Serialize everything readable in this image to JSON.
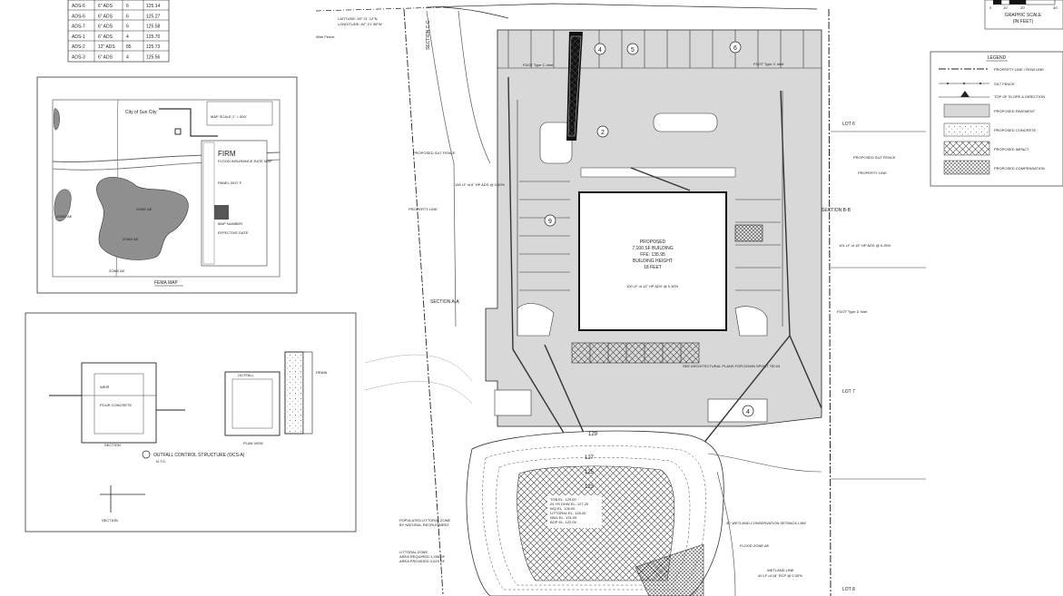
{
  "pipe_table": {
    "rows": [
      [
        "ADS-6",
        "6\" ADS",
        "6",
        "125.14"
      ],
      [
        "ADS-6",
        "6\" ADS",
        "6",
        "125.27"
      ],
      [
        "ADS-7",
        "6\" ADS",
        "6",
        "125.58"
      ],
      [
        "ADS-1",
        "6\" ADS",
        "4",
        "125.70"
      ],
      [
        "ADS-2",
        "12\" ADS",
        "85",
        "125.73"
      ],
      [
        "ADS-3",
        "6\" ADS",
        "4",
        "125.56"
      ]
    ]
  },
  "fema_map": {
    "caption": "FEMA MAP",
    "firm_title": "FIRM",
    "firm_subtitle": "FLOOD INSURANCE RATE MAP",
    "panel_label": "PANEL 0037 F",
    "map_number_label": "MAP NUMBER",
    "effective_date_label": "EFFECTIVE DATE",
    "city_label": "City of Sun City",
    "zone_labels": [
      "ZONE AE",
      "ZONE AE",
      "ZONE AE",
      "ZONE AE"
    ],
    "map_scale": "MAP SCALE 1\" = 500'"
  },
  "outfall_detail": {
    "title": "OUTFALL CONTROL STRUCTURE (OCS-A)",
    "subtitle": "N.T.S.",
    "section_labels": [
      "SECTION",
      "PLAN VIEW",
      "SECTION"
    ],
    "notes": [
      "WEIR",
      "POUR CONCRETE",
      "OUTFALL",
      "DRAIN"
    ]
  },
  "graphic_scale": {
    "title": "GRAPHIC SCALE",
    "unit": "(IN FEET)",
    "ticks": [
      "0",
      "10'",
      "20'",
      "40'"
    ]
  },
  "legend": {
    "title": "LEGEND",
    "items": [
      {
        "label": "PROPERTY LINE / ROW LINE",
        "symbol": "line-dash"
      },
      {
        "label": "SILT FENCE",
        "symbol": "line-dots"
      },
      {
        "label": "TOP OF SLOPE & DIRECTION",
        "symbol": "slope"
      },
      {
        "label": "PROPOSED PAVEMENT",
        "symbol": "gray-fill"
      },
      {
        "label": "PROPOSED CONCRETE",
        "symbol": "dots-fill"
      },
      {
        "label": "PROPOSED IMPACT",
        "symbol": "cross-fill"
      },
      {
        "label": "PROPOSED COMPENSATION",
        "symbol": "dense-cross-fill"
      }
    ]
  },
  "building": {
    "line1": "PROPOSED",
    "line2": "7,100 SF BUILDING",
    "line3": "FFE: 135.95",
    "line4": "BUILDING HEIGHT",
    "line5": "18 FEET"
  },
  "stall_numbers": [
    "4",
    "5",
    "6",
    "2",
    "9",
    "4"
  ],
  "section_labels": [
    "SECTION A-A",
    "SECTION B-B",
    "SECTION C-C"
  ],
  "lot_labels": [
    "LOT 6",
    "LOT 7",
    "LOT 8"
  ],
  "pond": {
    "contours": [
      "129",
      "127",
      "125",
      "123"
    ],
    "pond_note": [
      "TOB EL. 129.00",
      "25 YR DHW EL. 127.20",
      "WQ EL. 126.00",
      "LITTORAL EL. 125.00",
      "NWL EL. 124.00",
      "BOP EL. 122.00"
    ],
    "littoral_note": [
      "POPULATED LITTORAL ZONE",
      "BY NATURAL RECRUITMENT"
    ],
    "area_note": [
      "LITTORAL ZONE",
      "AREA REQUIRED 1,256 SF",
      "AREA PROVIDED 3,025 SF"
    ]
  },
  "callouts": {
    "prop_silt_fence_w": "PROPOSED SILT FENCE",
    "prop_silt_fence_e": "PROPOSED SILT FENCE",
    "property_line_w": "PROPERTY LINE",
    "property_line_e": "PROPERTY LINE",
    "wetland_line": "WETLAND LINE",
    "conservation": "30' WETLAND CONSERVATION SETBACK LINE",
    "flood_zone": "FLOOD ZONE AE",
    "arch_plans": "SEE ARCHITECTURAL PLANS FOR DOWN SPOUT TIE-IN",
    "pipe_1": "146 LF of 6\" HP ADS @ 0.60%",
    "pipe_2": "100 LF of 12\" HP ADS @ 0.30%",
    "pipe_3": "101 LF of 15\" HP ADS @ 0.25%",
    "pipe_4": "40 LF of 18\" RCP @ 0.30%",
    "inlet_1": "FDOT Type C Inlet",
    "inlet_2": "FDOT Type C Inlet",
    "inlet_3": "FDOT Type D Inlet",
    "wire_fence": "Wire Fence",
    "latitude": "LATITUDE: 28° 21' 12\"N",
    "longitude": "LONGITUDE: 82° 21' 58\"W"
  },
  "colors": {
    "pavement": "#d8d8d8",
    "line": "#222222",
    "concrete": "#ffffff"
  }
}
